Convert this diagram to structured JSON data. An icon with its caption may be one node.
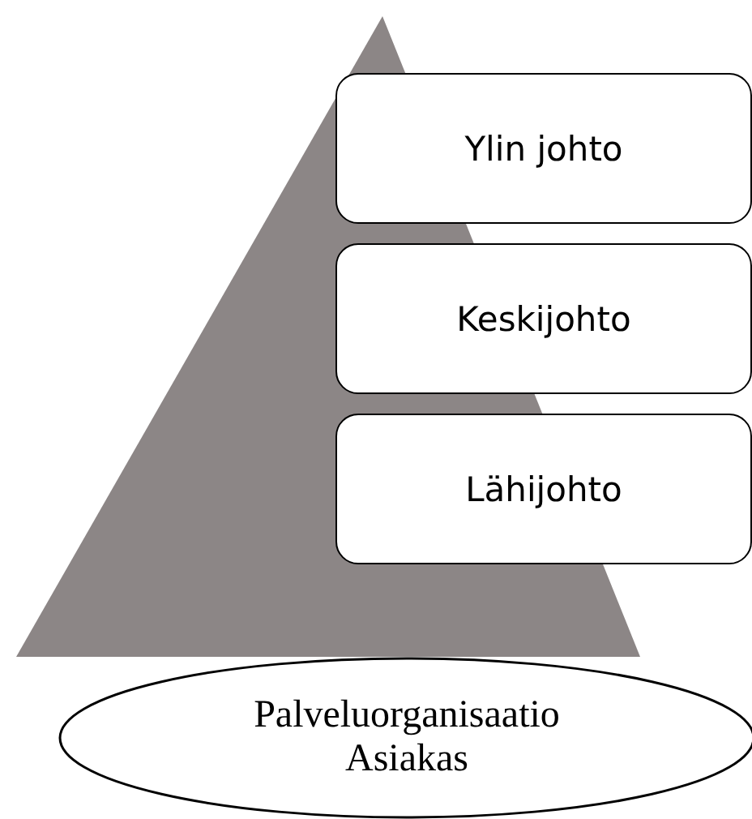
{
  "diagram": {
    "nodes": [
      {
        "text": [
          "Ylin johto"
        ]
      },
      {
        "text": [
          "Keskijohto"
        ]
      },
      {
        "text": [
          "Lähijohto"
        ]
      },
      {
        "text": [
          "Palveluorganisaatio",
          "Asiakas"
        ]
      }
    ]
  }
}
